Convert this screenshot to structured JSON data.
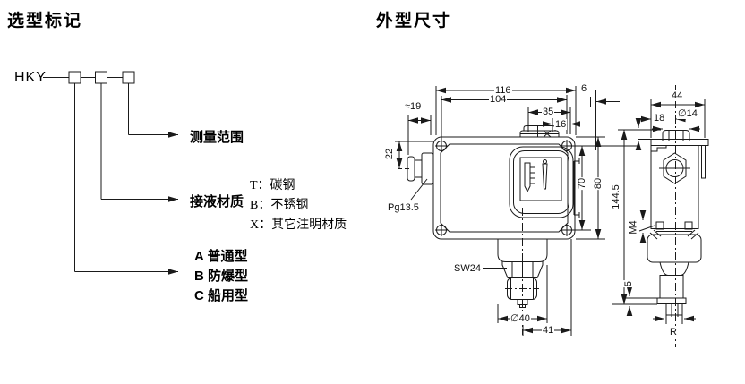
{
  "selection": {
    "title": "选型标记",
    "model_prefix": "HKY",
    "range_label": "测量范围",
    "material_label": "接液材质",
    "material_options": [
      "T：碳钢",
      "B：不锈钢",
      "X：其它注明材质"
    ],
    "type_options": [
      "A 普通型",
      "B 防爆型",
      "C 船用型"
    ]
  },
  "outline": {
    "title": "外型尺寸",
    "front": {
      "dim_total_width": "116",
      "dim_screw_spacing": "104",
      "dim_bracket_width": "35",
      "dim_entry_width": "16",
      "dim_edge_offset": "6",
      "dim_gland_offset": "≈19",
      "dim_gland_drop": "22",
      "dim_screw_height": "70",
      "dim_total_height": "80",
      "gland_label": "Pg13.5",
      "wrench_label": "SW24",
      "dim_hex_diameter": "∅40",
      "dim_center_offset": "41"
    },
    "side": {
      "dim_depth": "44",
      "dim_entry_offset": "18",
      "dim_entry_diameter": "∅14",
      "dim_overall_height": "144.5",
      "screw_label": "M4",
      "dim_flange_height": "5",
      "thread_label": "R"
    }
  }
}
